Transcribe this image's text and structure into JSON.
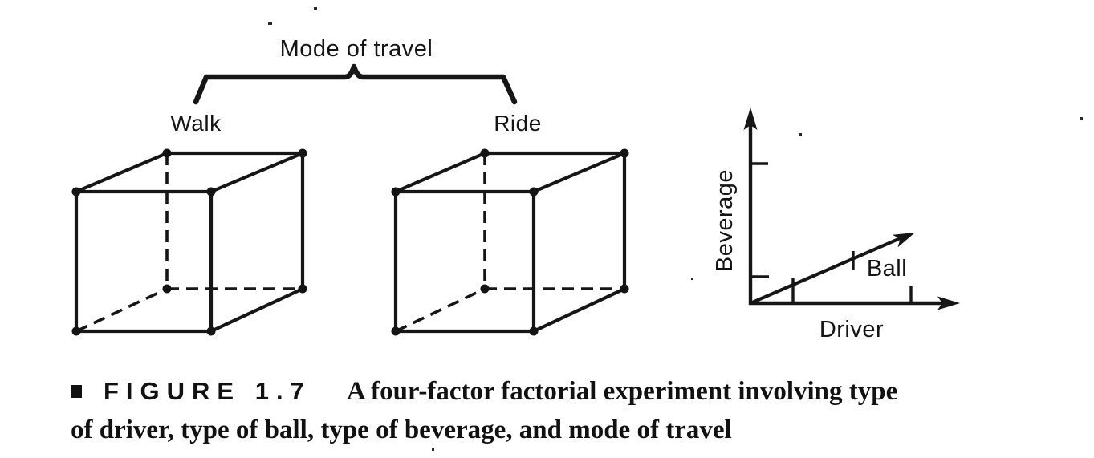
{
  "diagram": {
    "mode_of_travel": "Mode of travel",
    "cube_labels": [
      "Walk",
      "Ride"
    ],
    "axis_labels": {
      "vertical": "Beverage",
      "horizontal": "Driver",
      "diagonal": "Ball"
    }
  },
  "caption": {
    "bullet": "square",
    "label": "FIGURE 1.7",
    "line1": "A four-factor factorial experiment involving type",
    "line2": "of driver, type of ball, type of beverage, and mode of travel"
  },
  "colors": {
    "ink": "#141414",
    "background": "#ffffff"
  }
}
